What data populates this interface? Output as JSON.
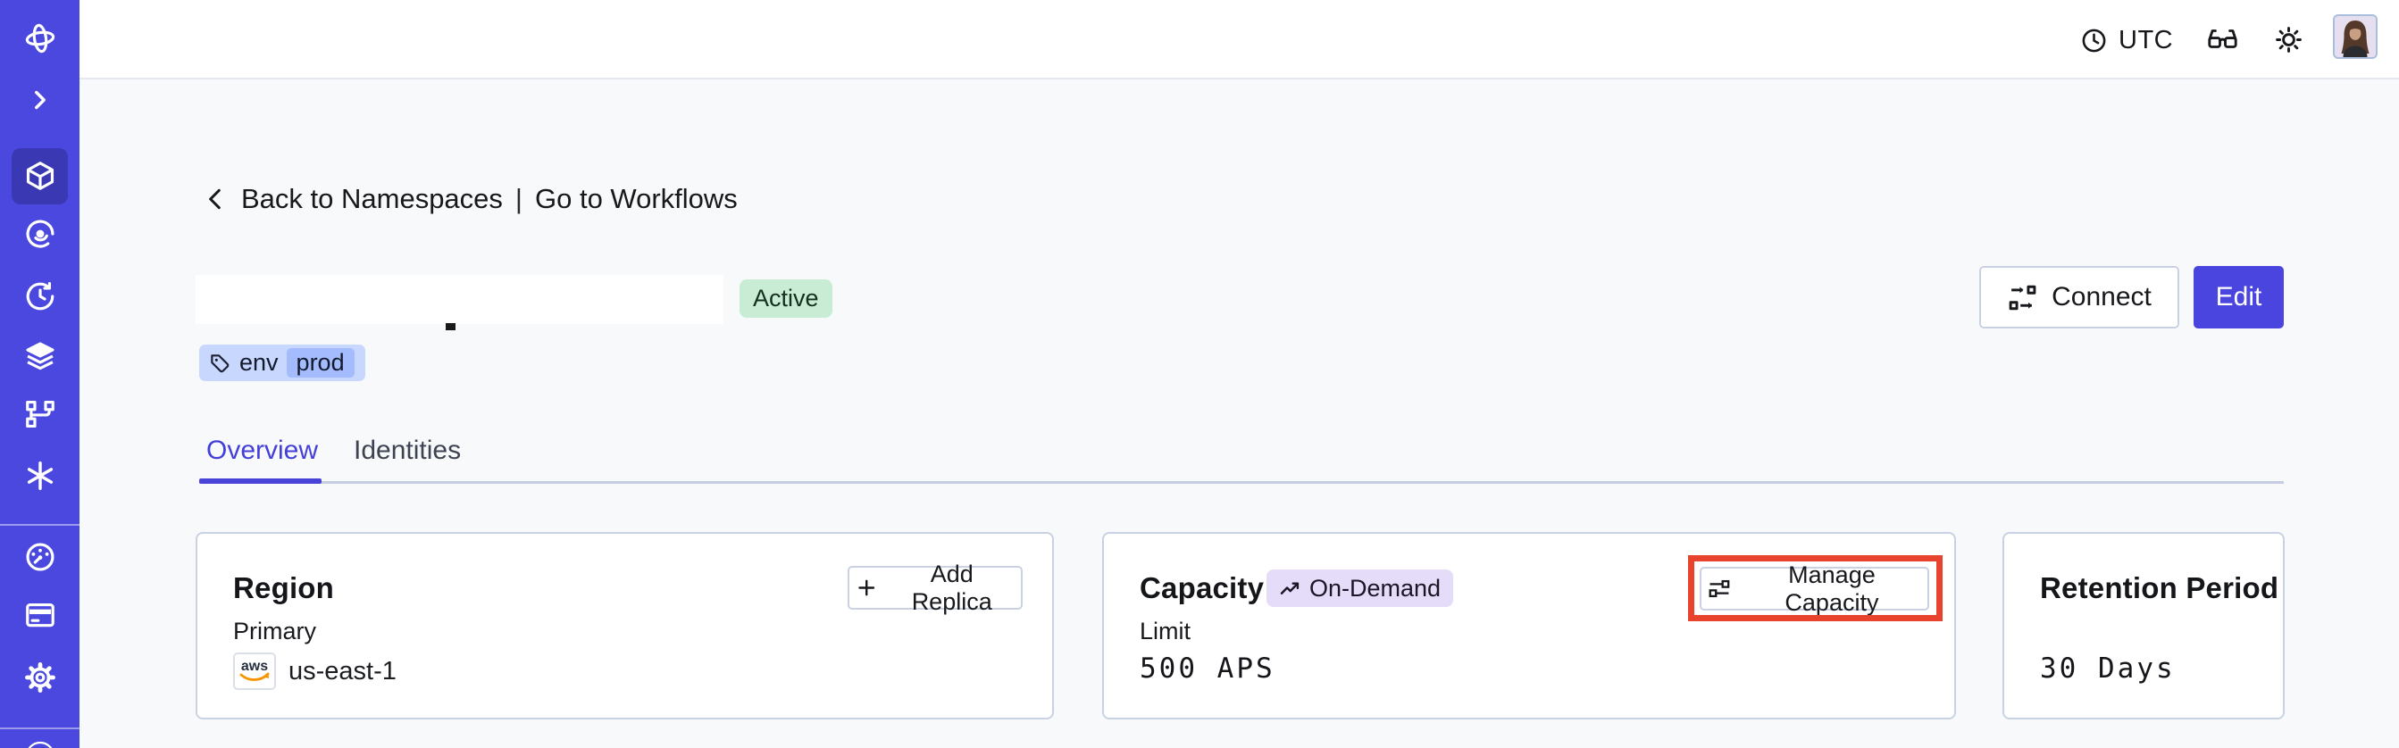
{
  "topbar": {
    "timezone": "UTC",
    "icons": [
      "clock-icon",
      "glasses-icon",
      "sun-icon",
      "avatar"
    ]
  },
  "sidebar": {
    "items": [
      "temporal-logo",
      "expand-chevron",
      "namespaces",
      "nexus",
      "schedules",
      "stacks",
      "deployments",
      "batch-operations",
      "usage",
      "billing",
      "settings",
      "account"
    ]
  },
  "breadcrumb": {
    "back": "Back to Namespaces",
    "separator": "|",
    "forward": "Go to Workflows"
  },
  "namespace": {
    "status": "Active",
    "tag_key": "env",
    "tag_value": "prod"
  },
  "actions": {
    "connect": "Connect",
    "edit": "Edit"
  },
  "tabs": {
    "overview": "Overview",
    "identities": "Identities"
  },
  "cards": {
    "region": {
      "title": "Region",
      "add_replica": "Add Replica",
      "label": "Primary",
      "provider": "aws",
      "value": "us-east-1"
    },
    "capacity": {
      "title": "Capacity",
      "badge": "On-Demand",
      "manage": "Manage Capacity",
      "label": "Limit",
      "value": "500 APS"
    },
    "retention": {
      "title": "Retention Period",
      "value": "30 Days"
    }
  },
  "colors": {
    "sidebar": "#4B48DF",
    "sidebar_active": "#3B38B4",
    "accent": "#4945DE",
    "tab_active": "#443fd9",
    "status_green_bg": "#c9edd4",
    "tag_blue_bg": "#c7d7fe",
    "tag_blue_inner": "#a4bcfd",
    "ondemand_purple_bg": "#e5dcfa",
    "highlight_red": "#e8432c",
    "aws_orange": "#f79400"
  }
}
